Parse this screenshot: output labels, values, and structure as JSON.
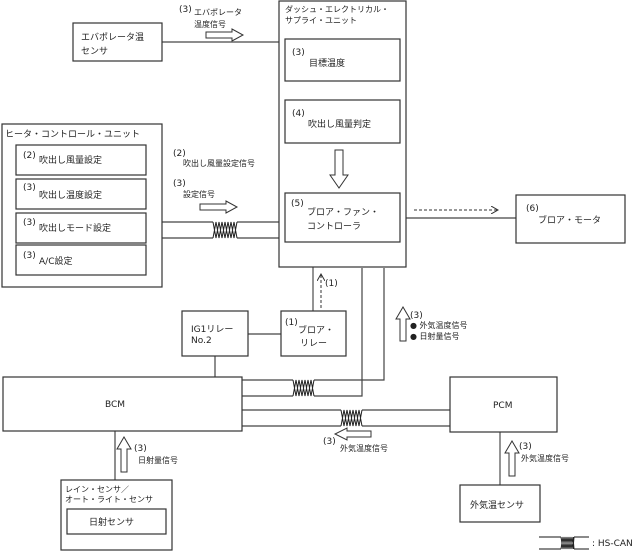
{
  "title": "ブロア・ファン制御システム図",
  "blocks": {
    "evap_sensor": {
      "label_1": "エバポレータ温",
      "label_2": "センサ"
    },
    "desu": {
      "label_1": "ダッシュ・エレクトリカル・",
      "label_2": "サプライ・ユニット"
    },
    "target_temp": {
      "num": "(3)",
      "label": "目標温度"
    },
    "airflow_judge": {
      "num": "(4)",
      "label": "吹出し風量判定"
    },
    "blower_controller": {
      "num": "(5)",
      "label_1": "ブロア・ファン・",
      "label_2": "コントローラ"
    },
    "blower_motor": {
      "num": "(6)",
      "label": "ブロア・モータ"
    },
    "hcu": {
      "label": "ヒータ・コントロール・ユニット"
    },
    "hcu_items": [
      {
        "num": "(2)",
        "label": "吹出し風量設定"
      },
      {
        "num": "(3)",
        "label": "吹出し温度設定"
      },
      {
        "num": "(3)",
        "label": "吹出しモード設定"
      },
      {
        "num": "(3)",
        "label": "A/C設定"
      }
    ],
    "ig1_relay": {
      "label_1": "IG1リレー",
      "label_2": "No.2"
    },
    "blower_relay": {
      "num": "(1)",
      "label_1": "ブロア・",
      "label_2": "リレー"
    },
    "bcm": {
      "label": "BCM"
    },
    "pcm": {
      "label": "PCM"
    },
    "rain_sensor": {
      "label_1": "レイン・センサ／",
      "label_2": "オート・ライト・センサ"
    },
    "solar_sensor": {
      "label": "日射センサ"
    },
    "ambient_sensor": {
      "label": "外気温センサ"
    }
  },
  "signals": {
    "evap_temp": {
      "num": "(3)",
      "label_1": "エバポレータ",
      "label_2": "温度信号"
    },
    "airflow_setting": {
      "num": "(2)",
      "label": "吹出し風量設定信号"
    },
    "setting": {
      "num": "(3)",
      "label": "設定信号"
    },
    "relay_signal": {
      "num": "(1)"
    },
    "bcm_to_desu": {
      "num": "(3)",
      "bullet_1": "● 外気温度信号",
      "bullet_2": "● 日射量信号"
    },
    "pcm_to_bcm": {
      "num": "(3)",
      "label": "外気温度信号"
    },
    "solar_to_bcm": {
      "num": "(3)",
      "label": "日射量信号"
    },
    "ambient_to_pcm": {
      "num": "(3)",
      "label": "外気温度信号"
    }
  },
  "legend": {
    "label": ": HS-CAN"
  }
}
